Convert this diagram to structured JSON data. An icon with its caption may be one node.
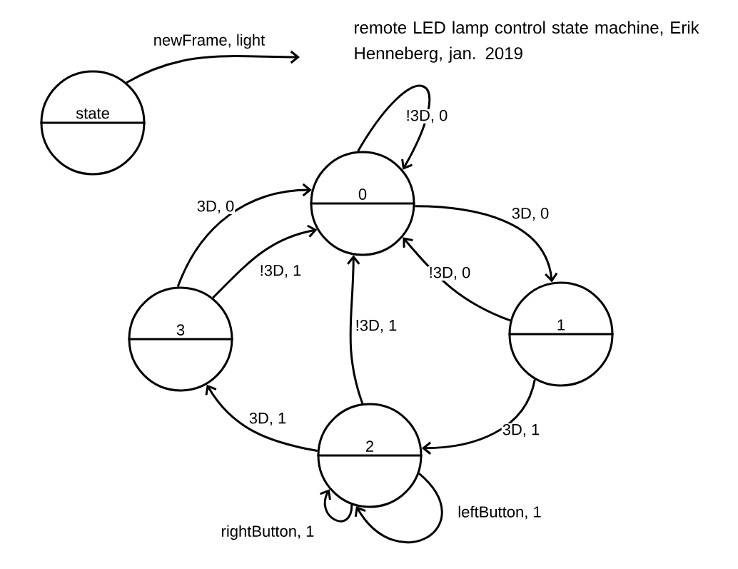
{
  "diagram": {
    "title": "remote LED lamp control state machine, Erik Henneberg, jan. 2019",
    "nodes": [
      {
        "text": [
          "state"
        ]
      },
      {
        "text": [
          "0"
        ]
      },
      {
        "text": [
          "1"
        ]
      },
      {
        "text": [
          "2"
        ]
      },
      {
        "text": [
          "3"
        ]
      }
    ],
    "edges": [
      {
        "from": 0,
        "to": null,
        "arrow": "to",
        "label": "newFrame, light"
      },
      {
        "from": 1,
        "to": 1,
        "arrow": "to",
        "label": "!3D, 0"
      },
      {
        "from": 1,
        "to": 2,
        "arrow": "to",
        "label": "3D, 0"
      },
      {
        "from": 2,
        "to": 1,
        "arrow": "to",
        "label": "!3D, 0"
      },
      {
        "from": 2,
        "to": 3,
        "arrow": "to",
        "label": "3D, 1"
      },
      {
        "from": 3,
        "to": 1,
        "arrow": "to",
        "label": "!3D, 1"
      },
      {
        "from": 3,
        "to": 4,
        "arrow": "to",
        "label": "3D, 1"
      },
      {
        "from": 3,
        "to": 3,
        "arrow": "to",
        "label": "leftButton, 1"
      },
      {
        "from": 3,
        "to": 3,
        "arrow": "to",
        "label": "rightButton, 1"
      },
      {
        "from": 4,
        "to": 1,
        "arrow": "to",
        "label": "3D, 0"
      },
      {
        "from": 4,
        "to": 1,
        "arrow": "to",
        "label": "!3D, 1"
      }
    ]
  }
}
